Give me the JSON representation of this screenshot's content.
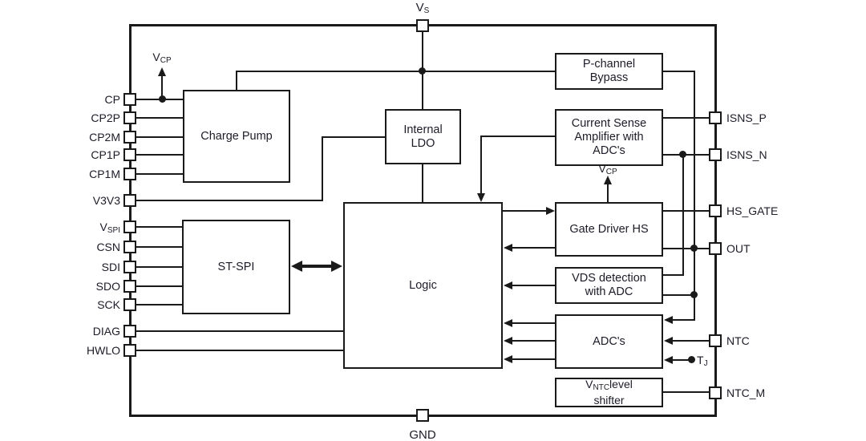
{
  "colors": {
    "line": "#1a1a1a",
    "text": "#1c1c28",
    "background": "#ffffff"
  },
  "power": {
    "top_pin": {
      "base": "V",
      "sub": "S"
    },
    "bottom_pin": {
      "label": "GND"
    }
  },
  "left_pins": [
    {
      "label": "CP"
    },
    {
      "label": "CP2P"
    },
    {
      "label": "CP2M"
    },
    {
      "label": "CP1P"
    },
    {
      "label": "CP1M"
    },
    {
      "label": "V3V3"
    },
    {
      "label": "V",
      "sub": "SPI"
    },
    {
      "label": "CSN"
    },
    {
      "label": "SDI"
    },
    {
      "label": "SDO"
    },
    {
      "label": "SCK"
    },
    {
      "label": "DIAG"
    },
    {
      "label": "HWLO"
    }
  ],
  "right_pins": [
    {
      "label": "ISNS_P"
    },
    {
      "label": "ISNS_N"
    },
    {
      "label": "HS_GATE"
    },
    {
      "label": "OUT"
    },
    {
      "label": "NTC"
    },
    {
      "label": "NTC_M"
    }
  ],
  "blocks": {
    "charge_pump": {
      "label": "Charge Pump"
    },
    "internal_ldo": {
      "line1": "Internal",
      "line2": "LDO"
    },
    "st_spi": {
      "label": "ST-SPI"
    },
    "logic": {
      "label": "Logic"
    },
    "p_channel_bypass": {
      "line1": "P-channel",
      "line2": "Bypass"
    },
    "current_sense_amplifier": {
      "line1": "Current Sense",
      "line2": "Amplifier with",
      "line3": "ADC's"
    },
    "gate_driver_hs": {
      "label": "Gate Driver HS"
    },
    "vds_detection": {
      "line1": "VDS detection",
      "line2": "with ADC"
    },
    "adcs": {
      "label": "ADC's"
    },
    "vntc_level_shifter": {
      "l1_base": "V",
      "l1_sub": "NTC",
      "l1_rest": "level",
      "line2": "shifter"
    }
  },
  "net_labels": {
    "vcp_charge_pump": {
      "base": "V",
      "sub": "CP"
    },
    "vcp_gate_driver": {
      "base": "V",
      "sub": "CP"
    },
    "tj": {
      "base": "T",
      "sub": "J"
    }
  }
}
